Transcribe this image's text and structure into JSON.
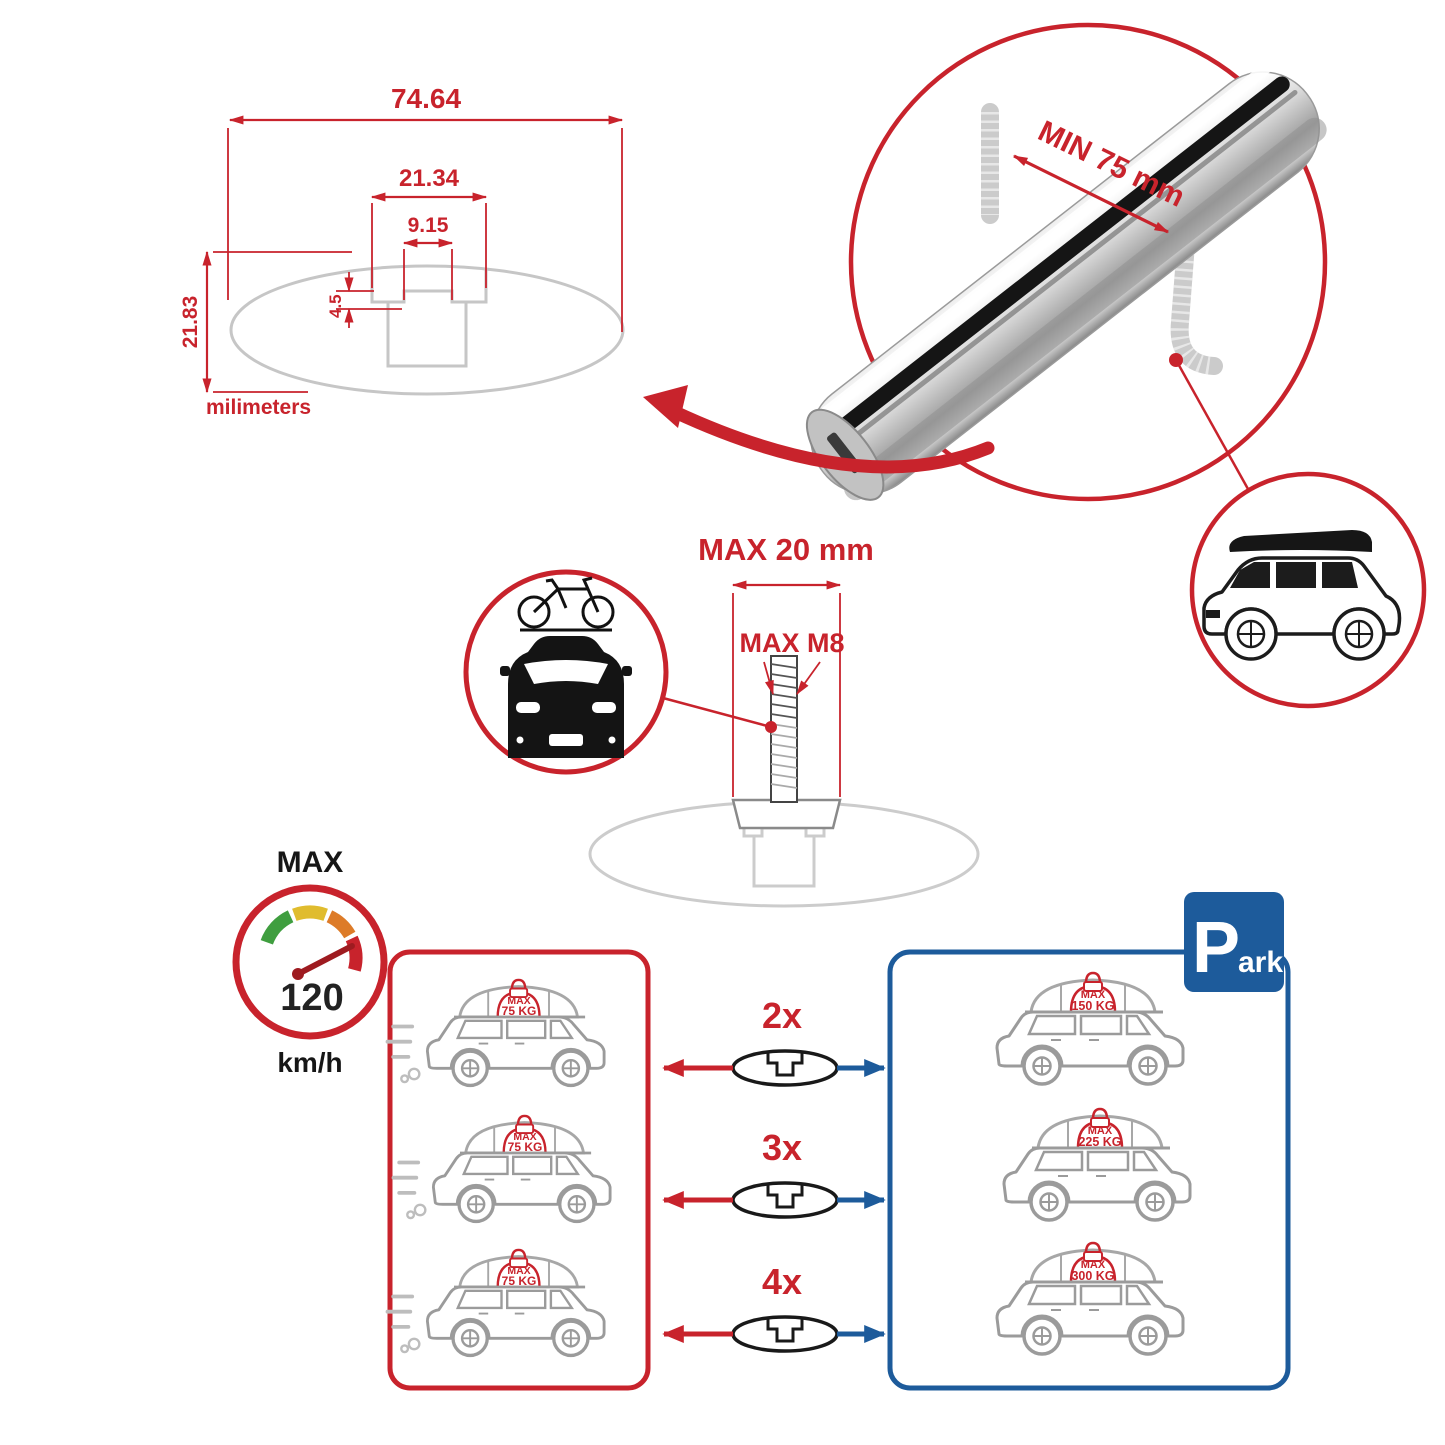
{
  "colors": {
    "red": "#c8232c",
    "blue": "#1d5b9b",
    "profile_gray": "#c6c6c6",
    "car_gray": "#9b9b9b",
    "black": "#161616"
  },
  "cross_section": {
    "total_width": "74.64",
    "channel_width": "21.34",
    "slot_width": "9.15",
    "slot_depth": "4.5",
    "total_height": "21.83",
    "unit": "milimeters"
  },
  "bar_detail": {
    "min_label": "MIN 75 mm"
  },
  "bolt_detail": {
    "max_width": "MAX 20 mm",
    "max_thread": "MAX M8"
  },
  "speed_gauge": {
    "title": "MAX",
    "value": "120",
    "unit": "km/h"
  },
  "park_sign": {
    "letter": "P",
    "suffix": "ark"
  },
  "left_panel": {
    "cars": [
      {
        "tag": "MAX",
        "load": "75 KG"
      },
      {
        "tag": "MAX",
        "load": "75 KG"
      },
      {
        "tag": "MAX",
        "load": "75 KG"
      }
    ]
  },
  "right_panel": {
    "cars": [
      {
        "tag": "MAX",
        "load": "150 KG"
      },
      {
        "tag": "MAX",
        "load": "225 KG"
      },
      {
        "tag": "MAX",
        "load": "300 KG"
      }
    ]
  },
  "quantities": {
    "rows": [
      {
        "count": "2x"
      },
      {
        "count": "3x"
      },
      {
        "count": "4x"
      }
    ]
  }
}
